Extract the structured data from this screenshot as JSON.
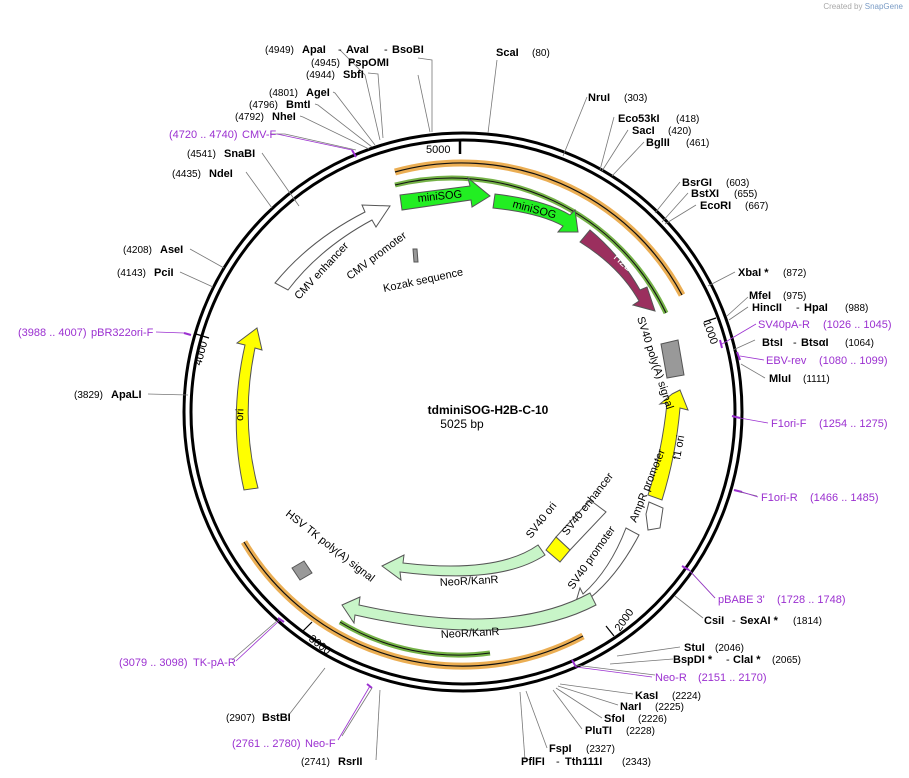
{
  "credit": {
    "prefix": "Created by",
    "brand": "SnapGene"
  },
  "plasmid": {
    "name": "tdminiSOG-H2B-C-10",
    "length": "5025 bp"
  },
  "ticks": [
    "5000",
    "1000",
    "2000",
    "3000",
    "4000"
  ],
  "enzymes": [
    {
      "name": "ApaI",
      "pos": "(4949)"
    },
    {
      "name": "AvaI",
      "pos": ""
    },
    {
      "name": "BsoBI",
      "pos": ""
    },
    {
      "name": "PspOMI",
      "pos": "(4945)"
    },
    {
      "name": "SbfI",
      "pos": "(4944)"
    },
    {
      "name": "AgeI",
      "pos": "(4801)"
    },
    {
      "name": "BmtI",
      "pos": "(4796)"
    },
    {
      "name": "NheI",
      "pos": "(4792)"
    },
    {
      "name": "SnaBI",
      "pos": "(4541)"
    },
    {
      "name": "NdeI",
      "pos": "(4435)"
    },
    {
      "name": "AseI",
      "pos": "(4208)"
    },
    {
      "name": "PciI",
      "pos": "(4143)"
    },
    {
      "name": "ApaLI",
      "pos": "(3829)"
    },
    {
      "name": "BstBI",
      "pos": "(2907)"
    },
    {
      "name": "RsrII",
      "pos": "(2741)"
    },
    {
      "name": "ScaI",
      "pos": "(80)"
    },
    {
      "name": "NruI",
      "pos": "(303)"
    },
    {
      "name": "Eco53kI",
      "pos": "(418)"
    },
    {
      "name": "SacI",
      "pos": "(420)"
    },
    {
      "name": "BglII",
      "pos": "(461)"
    },
    {
      "name": "BsrGI",
      "pos": "(603)"
    },
    {
      "name": "BstXI",
      "pos": "(655)"
    },
    {
      "name": "EcoRI",
      "pos": "(667)"
    },
    {
      "name": "XbaI *",
      "pos": "(872)"
    },
    {
      "name": "MfeI",
      "pos": "(975)"
    },
    {
      "name": "HincII",
      "pos": ""
    },
    {
      "name": "HpaI",
      "pos": "(988)"
    },
    {
      "name": "BtsI",
      "pos": ""
    },
    {
      "name": "BtsαI",
      "pos": "(1064)"
    },
    {
      "name": "MluI",
      "pos": "(1111)"
    },
    {
      "name": "CsiI",
      "pos": ""
    },
    {
      "name": "SexAI *",
      "pos": "(1814)"
    },
    {
      "name": "StuI",
      "pos": "(2046)"
    },
    {
      "name": "BspDI *",
      "pos": ""
    },
    {
      "name": "ClaI *",
      "pos": "(2065)"
    },
    {
      "name": "KasI",
      "pos": "(2224)"
    },
    {
      "name": "NarI",
      "pos": "(2225)"
    },
    {
      "name": "SfoI",
      "pos": "(2226)"
    },
    {
      "name": "PluTI",
      "pos": "(2228)"
    },
    {
      "name": "FspI",
      "pos": "(2327)"
    },
    {
      "name": "PflFI",
      "pos": ""
    },
    {
      "name": "Tth111I",
      "pos": "(2343)"
    }
  ],
  "primers": [
    {
      "name": "CMV-F",
      "range": "(4720 .. 4740)"
    },
    {
      "name": "pBR322ori-F",
      "range": "(3988 .. 4007)"
    },
    {
      "name": "TK-pA-R",
      "range": "(3079 .. 3098)"
    },
    {
      "name": "Neo-F",
      "range": "(2761 .. 2780)"
    },
    {
      "name": "SV40pA-R",
      "range": "(1026 .. 1045)"
    },
    {
      "name": "EBV-rev",
      "range": "(1080 .. 1099)"
    },
    {
      "name": "F1ori-F",
      "range": "(1254 .. 1275)"
    },
    {
      "name": "F1ori-R",
      "range": "(1466 .. 1485)"
    },
    {
      "name": "pBABE 3'",
      "range": "(1728 .. 1748)"
    },
    {
      "name": "Neo-R",
      "range": "(2151 .. 2170)"
    }
  ],
  "features": {
    "minisog1": "miniSOG",
    "minisog2": "miniSOG",
    "h2b": "H2B",
    "sv40polya": "SV40 poly(A) signal",
    "f1ori": "f1 ori",
    "ampr_promoter": "AmpR promoter",
    "sv40_promoter": "SV40 promoter",
    "sv40_ori": "SV40 ori",
    "sv40_enhancer": "SV40 enhancer",
    "neo1": "NeoR/KanR",
    "neo2": "NeoR/KanR",
    "hsv_tk": "HSV TK poly(A) signal",
    "ori": "ori",
    "cmv_enhancer": "CMV enhancer",
    "cmv_promoter": "CMV promoter",
    "kozak": "Kozak sequence"
  },
  "colors": {
    "primer": "#9b30d0",
    "minisog": "#22ee22",
    "h2b": "#9b2f5e",
    "ori": "#ffff00",
    "neo": "#c8f5c8",
    "gray": "#999999",
    "orf_orange": "#e8a035",
    "orf_green": "#66aa33"
  }
}
